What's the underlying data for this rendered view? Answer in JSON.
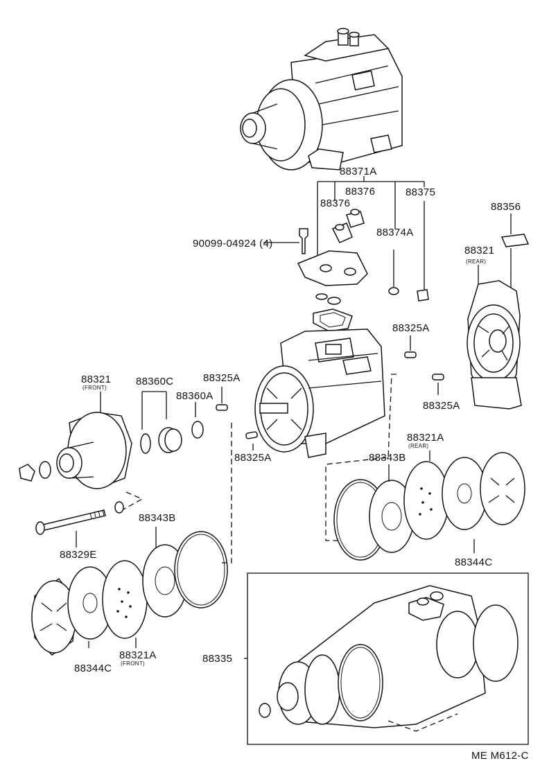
{
  "labels": {
    "p88371A": "88371A",
    "p88376_a": "88376",
    "p88376_b": "88376",
    "p88375": "88375",
    "p88356": "88356",
    "p90099": "90099-04924 (4)",
    "p88374A": "88374A",
    "p88321_rear": "88321",
    "p88321_rear_sub": "(REAR)",
    "p88325A_1": "88325A",
    "p88325A_2": "88325A",
    "p88325A_3": "88325A",
    "p88325A_4": "88325A",
    "p88321_front": "88321",
    "p88321_front_sub": "(FRONT)",
    "p88360C": "88360C",
    "p88360A": "88360A",
    "p88321A_rear": "88321A",
    "p88321A_rear_sub": "(REAR)",
    "p88343B_1": "88343B",
    "p88343B_2": "88343B",
    "p88329E": "88329E",
    "p88344C_1": "88344C",
    "p88344C_2": "88344C",
    "p88321A_front": "88321A",
    "p88321A_front_sub": "(FRONT)",
    "p88335": "88335",
    "code": "ME M612-C"
  }
}
